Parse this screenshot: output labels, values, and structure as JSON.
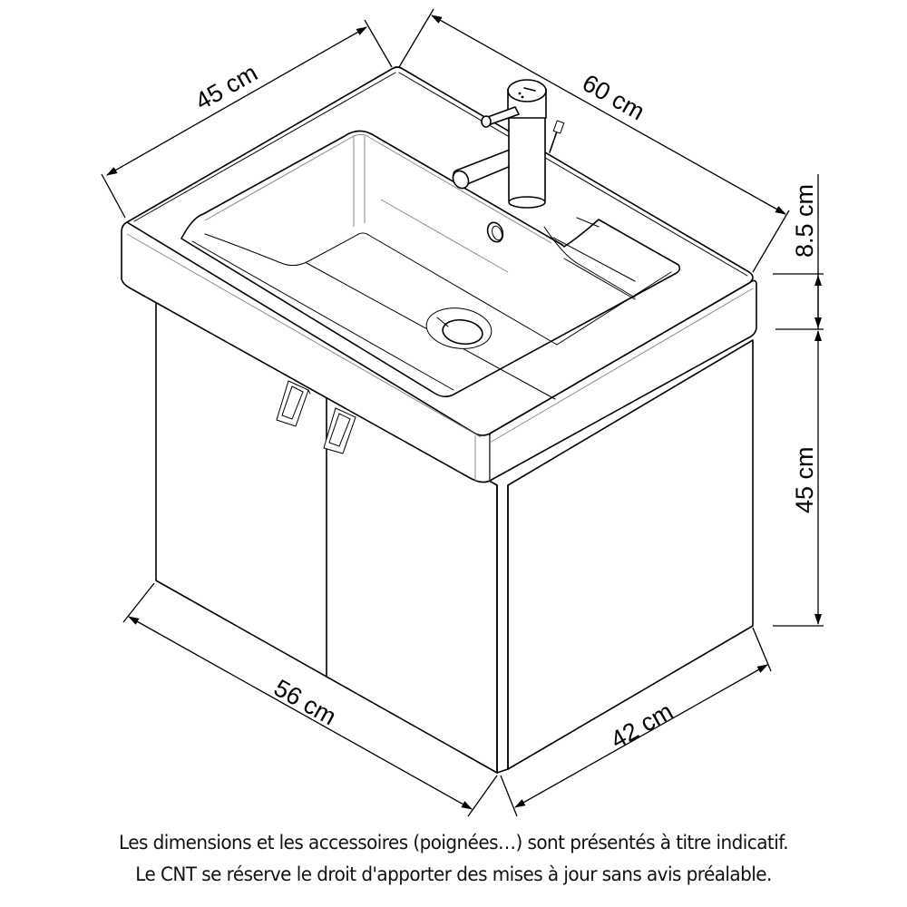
{
  "drawing": {
    "subject": "Wall-hung vanity unit with washbasin and mixer tap (isometric technical drawing)",
    "line_color": "#000000",
    "background": "#ffffff",
    "dimensions": {
      "basin_depth": "45 cm",
      "basin_width": "60 cm",
      "basin_height": "8.5 cm",
      "cabinet_height": "45 cm",
      "cabinet_width": "56 cm",
      "cabinet_depth": "42 cm"
    },
    "components": [
      "washbasin",
      "mixer-tap",
      "drain",
      "overflow-hole",
      "cabinet",
      "left-door",
      "right-door",
      "door-handle-left",
      "door-handle-right"
    ]
  },
  "caption": {
    "line1": "Les dimensions et les accessoires (poignées…) sont présentés à titre indicatif.",
    "line2": "Le CNT se réserve le droit d'apporter des mises à jour sans avis préalable."
  }
}
